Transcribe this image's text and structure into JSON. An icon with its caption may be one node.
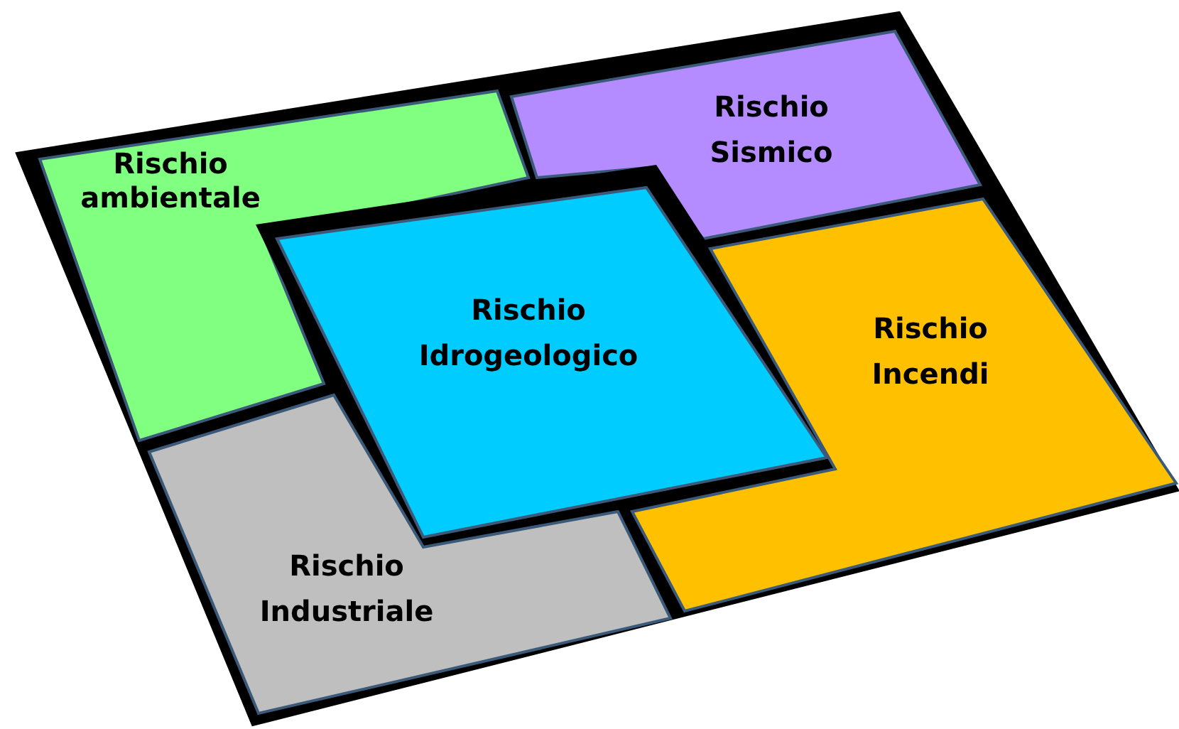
{
  "diagram": {
    "nodes": [
      {
        "text": [
          "Rischio Sismico"
        ]
      },
      {
        "text": [
          "Rischio ambientale"
        ]
      },
      {
        "text": [
          "Rischio Idrogeologico"
        ]
      },
      {
        "text": [
          "Rischio Incendi"
        ]
      },
      {
        "text": [
          "Rischio Industriale"
        ]
      }
    ]
  }
}
